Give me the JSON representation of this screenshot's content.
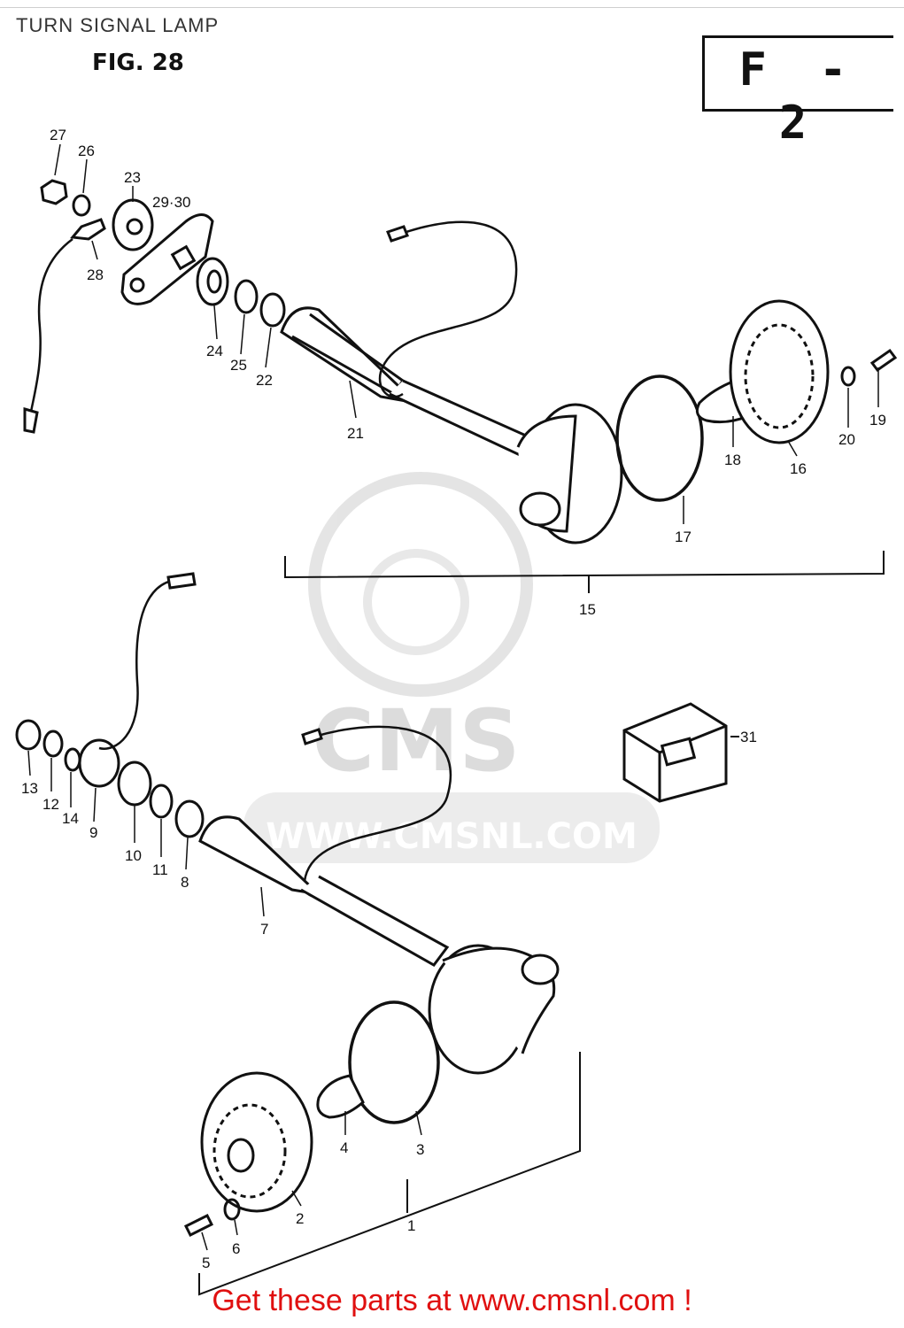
{
  "header": {
    "title": "TURN SIGNAL LAMP",
    "fig_no": "FIG. 28",
    "section_code": "F - 2"
  },
  "watermark": {
    "logo_text": "CMS",
    "url_text": "WWW.CMSNL.COM"
  },
  "callouts": {
    "c1": "1",
    "c2": "2",
    "c3": "3",
    "c4": "4",
    "c5": "5",
    "c6": "6",
    "c7": "7",
    "c8": "8",
    "c9": "9",
    "c10": "10",
    "c11": "11",
    "c12": "12",
    "c13": "13",
    "c14": "14",
    "c15": "15",
    "c16": "16",
    "c17": "17",
    "c18": "18",
    "c19": "19",
    "c20": "20",
    "c21": "21",
    "c22": "22",
    "c23": "23",
    "c24": "24",
    "c25": "25",
    "c26": "26",
    "c27": "27",
    "c28": "28",
    "c29_30": "29·30",
    "c31": "31"
  },
  "footer": {
    "cta": "Get these parts at www.cmsnl.com !"
  }
}
